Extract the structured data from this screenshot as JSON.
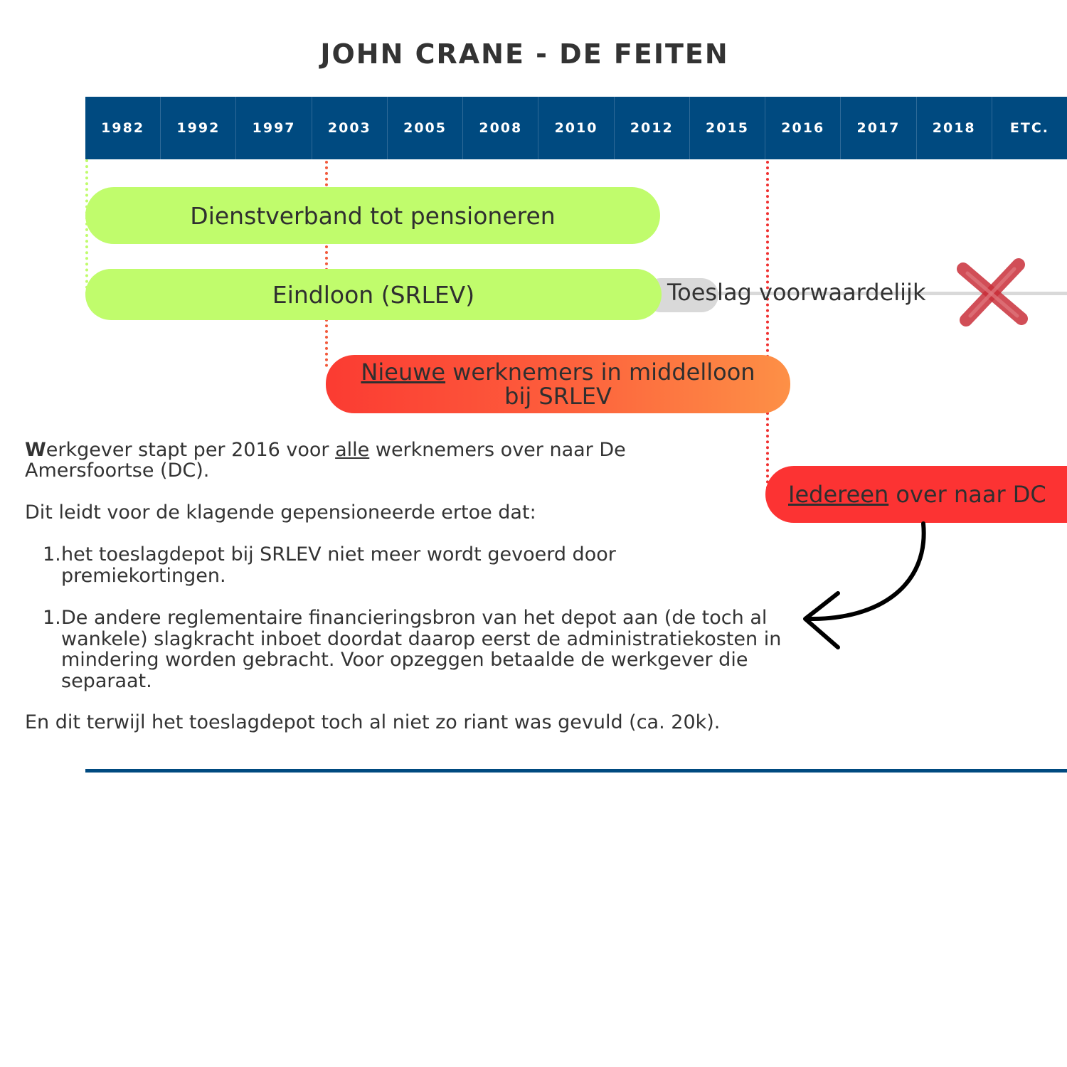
{
  "title": "JOHN CRANE - DE FEITEN",
  "years": [
    "1982",
    "1992",
    "1997",
    "2003",
    "2005",
    "2008",
    "2010",
    "2012",
    "2015",
    "2016",
    "2017",
    "2018",
    "ETC."
  ],
  "bars": {
    "dienstverband": "Dienstverband tot pensioneren",
    "eindloon": "Eindloon (SRLEV)",
    "toeslag": "Toeslag voorwaardelijk",
    "nieuwe_underlined": "Nieuwe",
    "nieuwe_rest": " werknemers in middelloon",
    "nieuwe_line2": "bij SRLEV",
    "iedereen_underlined": "Iedereen",
    "iedereen_rest": " over naar DC"
  },
  "colors": {
    "navy": "#004a80",
    "green": "#c0fc6c",
    "red": "#fc3333",
    "orange": "#fd9046",
    "grey": "#d9d9d9"
  },
  "body": {
    "p1_bold": "W",
    "p1_a": "erkgever stapt per 2016 voor ",
    "p1_underlined": "alle",
    "p1_b": " werknemers over naar De Amersfoortse (DC).",
    "p2": "Dit leidt voor de klagende gepensioneerde ertoe dat:",
    "item1_num": "1.",
    "item1": "het toeslagdepot bij SRLEV niet meer wordt gevoerd door premiekortingen.",
    "item2_num": "1.",
    "item2": "De andere reglementaire financieringsbron van het depot aan (de toch al wankele) slagkracht inboet doordat daarop eerst de administratiekosten in mindering worden gebracht. Voor opzeggen betaalde de werkgever die separaat.",
    "p3": "En dit terwijl het toeslagdepot toch al niet zo riant was gevuld (ca. 20k)."
  },
  "icons": {
    "cross": "red-x-cross-icon",
    "arrow": "curved-arrow-icon"
  }
}
